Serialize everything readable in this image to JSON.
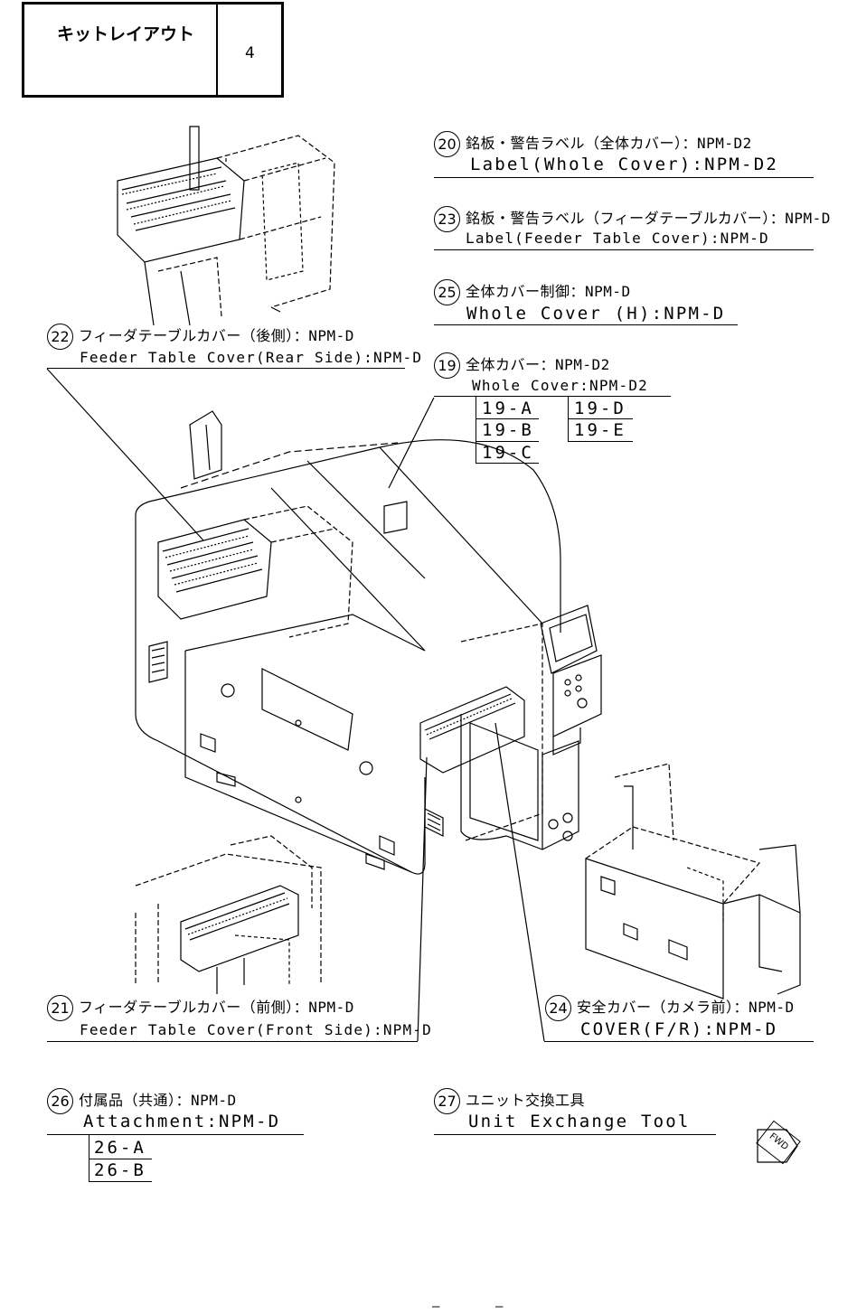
{
  "header": {
    "title": "キットレイアウト",
    "page": "4"
  },
  "labels": {
    "l20": {
      "num": "20",
      "jp": "銘板・警告ラベル（全体カバー）：NPM-D2",
      "en": "Label(Whole Cover):NPM-D2"
    },
    "l23": {
      "num": "23",
      "jp": "銘板・警告ラベル（フィーダテーブルカバー）：NPM-D",
      "en": "Label(Feeder Table Cover):NPM-D"
    },
    "l25": {
      "num": "25",
      "jp": "全体カバー制御：NPM-D",
      "en": "Whole Cover (H):NPM-D"
    },
    "l22": {
      "num": "22",
      "jp": "フィーダテーブルカバー（後側）：NPM-D",
      "en": "Feeder Table Cover(Rear Side):NPM-D"
    },
    "l19": {
      "num": "19",
      "jp": "全体カバー：NPM-D2",
      "en": "Whole Cover:NPM-D2",
      "codes": [
        "19-A",
        "19-B",
        "19-C",
        "19-D",
        "19-E"
      ]
    },
    "l21": {
      "num": "21",
      "jp": "フィーダテーブルカバー（前側）：NPM-D",
      "en": "Feeder Table Cover(Front Side):NPM-D"
    },
    "l24": {
      "num": "24",
      "jp": "安全カバー（カメラ前）：NPM-D",
      "en": "COVER(F/R):NPM-D"
    },
    "l26": {
      "num": "26",
      "jp": "付属品（共通）：NPM-D",
      "en": "Attachment:NPM-D",
      "codes": [
        "26-A",
        "26-B"
      ]
    },
    "l27": {
      "num": "27",
      "jp": "ユニット交換工具",
      "en": "Unit Exchange Tool"
    }
  },
  "fwd_mark": "FWD",
  "footer": [
    "—",
    "—"
  ]
}
